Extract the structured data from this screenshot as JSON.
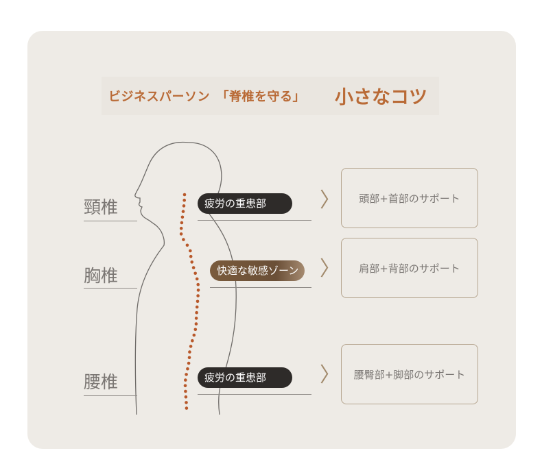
{
  "title": {
    "prefix": "ビジネスパーソン　「脊椎を守る」",
    "main": "小さなコツ"
  },
  "rows": [
    {
      "vertebra": "頸椎",
      "tag": "疲労の重患部",
      "tag_style": "dark",
      "support": "頭部+首部のサポート"
    },
    {
      "vertebra": "胸椎",
      "tag": "快適な敏感ゾーン",
      "tag_style": "brown",
      "support": "肩部+背部のサポート"
    },
    {
      "vertebra": "腰椎",
      "tag": "疲労の重患部",
      "tag_style": "dark",
      "support": "腰臀部+脚部のサポート"
    }
  ],
  "icons": {
    "arrow": "chevron-right-icon",
    "figure": "human-silhouette-icon",
    "spine": "spine-dots-icon"
  },
  "colors": {
    "accent": "#b96a36",
    "spine_dots": "#b8582a",
    "card_bg": "#eeebe6",
    "dark_pill": "#2e2b29",
    "brown_pill": "#7a5b3c",
    "box_border": "#b5a58f"
  },
  "glyphs": {
    "chevron": "〉"
  }
}
